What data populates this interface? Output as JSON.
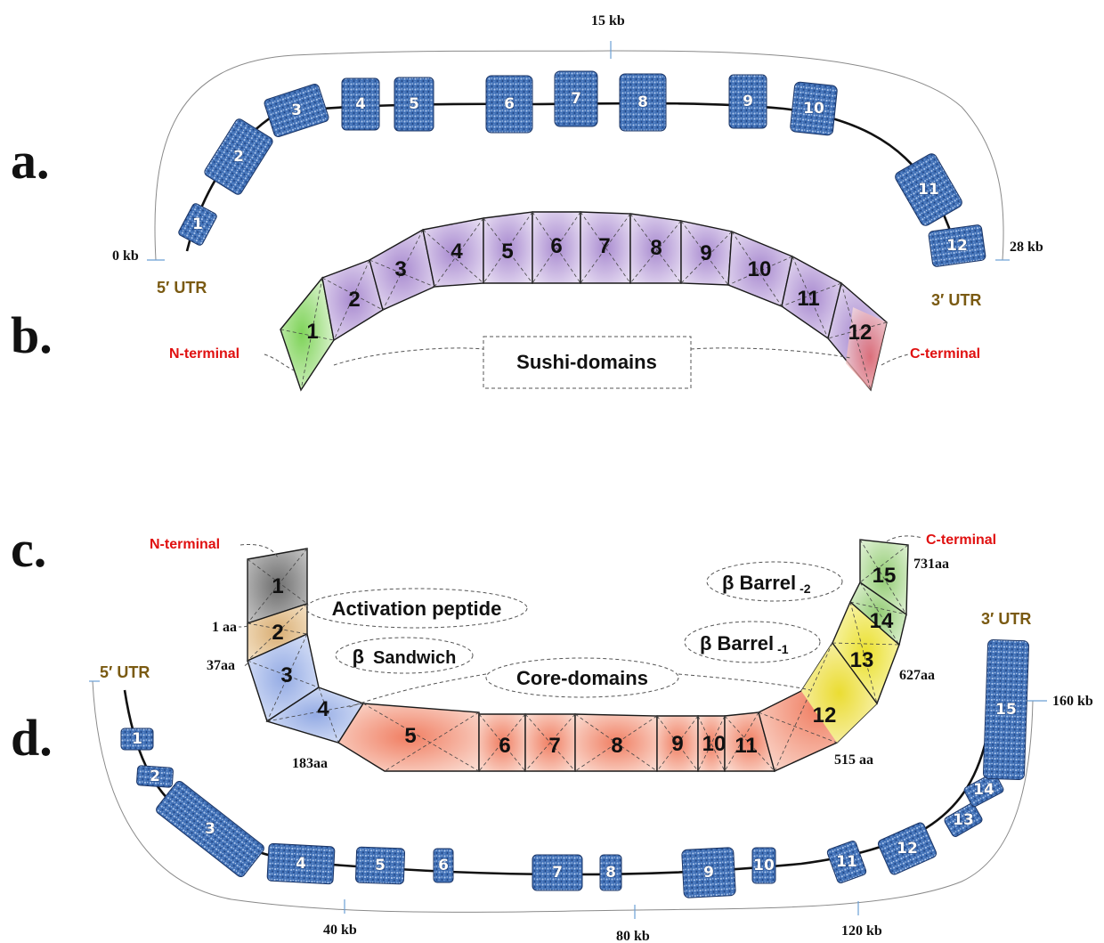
{
  "panels": {
    "a": "a.",
    "b": "b.",
    "c": "c.",
    "d": "d."
  },
  "gene_a": {
    "kb_labels": {
      "start": "0 kb",
      "mid": "15 kb",
      "end": "28 kb"
    },
    "utr5": "5′ UTR",
    "utr3": "3′ UTR",
    "exons": [
      "1",
      "2",
      "3",
      "4",
      "5",
      "6",
      "7",
      "8",
      "9",
      "10",
      "11",
      "12"
    ]
  },
  "protein_b": {
    "n_terminal": "N-terminal",
    "c_terminal": "C-terminal",
    "domain_label": "Sushi-domains",
    "domains": [
      "1",
      "2",
      "3",
      "4",
      "5",
      "6",
      "7",
      "8",
      "9",
      "10",
      "11",
      "12"
    ]
  },
  "protein_c": {
    "n_terminal": "N-terminal",
    "c_terminal": "C-terminal",
    "labels": {
      "activation": "Activation peptide",
      "sandwich_beta": "β",
      "sandwich": "Sandwich",
      "core": "Core-domains",
      "barrel1_beta": "β Barrel",
      "barrel1_sub": "-1",
      "barrel2_beta": "β Barrel",
      "barrel2_sub": "-2"
    },
    "aa_marks": [
      "1 aa",
      "37aa",
      "183aa",
      "515 aa",
      "627aa",
      "731"
    ],
    "aa_731_unit": "aa",
    "domains": [
      "1",
      "2",
      "3",
      "4",
      "5",
      "6",
      "7",
      "8",
      "9",
      "10",
      "11",
      "12",
      "13",
      "14",
      "15"
    ]
  },
  "gene_d": {
    "kb_labels": {
      "k40": "40 kb",
      "k80": "80 kb",
      "k120": "120 kb",
      "k160": "160 kb"
    },
    "utr5": "5′ UTR",
    "utr3": "3′ UTR",
    "exons": [
      "1",
      "2",
      "3",
      "4",
      "5",
      "6",
      "7",
      "8",
      "9",
      "10",
      "11",
      "12",
      "13",
      "14",
      "15"
    ]
  },
  "colors": {
    "exon_fill": "#3f6fb5",
    "sushi_fill": "#c4b0dc",
    "n_term_fill": "#b8e6a0",
    "c_term_fill": "#f0a0a0",
    "activation_fill": "#8c8c8c",
    "propeptide_fill": "#e8c89a",
    "sandwich_fill": "#b8c8ee",
    "core_fill": "#f5a890",
    "barrel1_fill": "#f2ea70",
    "barrel2_fill": "#bfe0a8",
    "terminal_text": "#e01010",
    "utr_text": "#7a5a12"
  }
}
